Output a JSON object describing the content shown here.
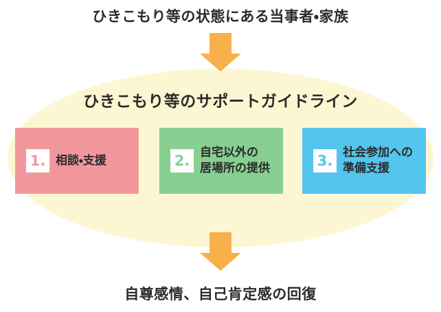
{
  "colors": {
    "background": "#ffffff",
    "ellipse_fill": "#fcf7d2",
    "arrow": "#f8b04a",
    "text_dark": "#2b2b2b",
    "step1": "#f2989c",
    "step2": "#88cf92",
    "step3": "#53c5ee",
    "badge_bg": "#ffffff"
  },
  "top": {
    "title": "ひきこもり等の状態にある当事者・家族"
  },
  "arrows": [
    {
      "name": "arrow-down-top",
      "direction": "down",
      "color": "#f8b04a"
    },
    {
      "name": "arrow-down-bottom",
      "direction": "down",
      "color": "#f8b04a"
    }
  ],
  "ellipse": {
    "title": "ひきこもり等のサポートガイドライン"
  },
  "steps": [
    {
      "number": "1.",
      "label": "相談・支援",
      "color": "#f2989c"
    },
    {
      "number": "2.",
      "label": "自宅以外の\n居場所の提供",
      "color": "#88cf92"
    },
    {
      "number": "3.",
      "label": "社会参加への\n準備支援",
      "color": "#53c5ee"
    }
  ],
  "bottom": {
    "title": "自尊感情、自己肯定感の回復"
  }
}
